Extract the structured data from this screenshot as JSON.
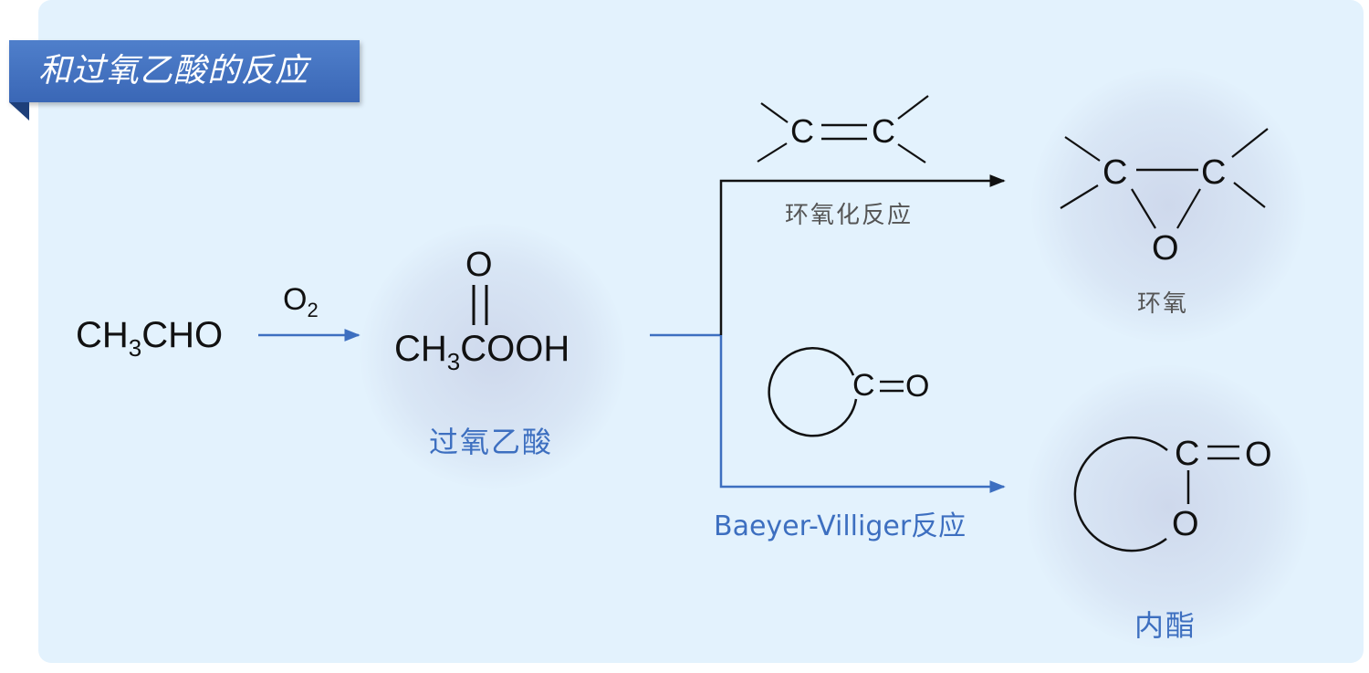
{
  "title": "和过氧乙酸的反应",
  "reactant": {
    "main": "CH",
    "sub": "3",
    "tail": "CHO"
  },
  "reagent": {
    "main": "O",
    "sub": "2"
  },
  "peracid": {
    "carbonyl_o": "O",
    "main": "CH",
    "sub": "3",
    "tail": "COOH",
    "name": "过氧乙酸"
  },
  "branch_top": {
    "alkene_c1": "C",
    "alkene_c2": "C",
    "label": "环氧化反应",
    "product_c1": "C",
    "product_c2": "C",
    "product_o": "O",
    "product_name": "环氧"
  },
  "branch_bottom": {
    "ketone_c": "C",
    "ketone_o": "O",
    "label": "Baeyer-Villiger反应",
    "lactone_c": "C",
    "lactone_o1": "O",
    "lactone_o2": "O",
    "product_name": "内酯"
  },
  "colors": {
    "panel": "#e3f2fd",
    "banner": "#3a67b6",
    "accent_blue": "#3d6fc0",
    "black": "#111111",
    "gray_label": "#555555"
  }
}
